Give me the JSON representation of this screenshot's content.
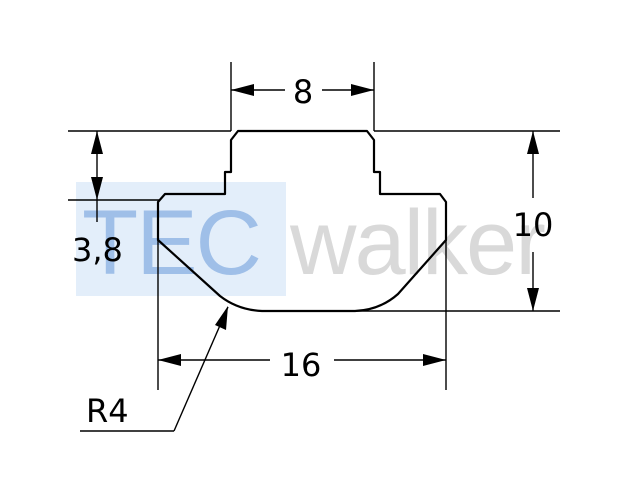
{
  "watermark": {
    "boxed_text": "TEC",
    "plain_text": "walker",
    "box_color": "#e3eefa",
    "boxed_text_color": "#9fbfe8",
    "plain_text_color": "#d9d9d9"
  },
  "dimensions": {
    "top_width": "8",
    "left_height": "3,8",
    "right_height": "10",
    "bottom_width": "16",
    "radius": "R4"
  },
  "colors": {
    "line": "#000000",
    "background": "#ffffff"
  }
}
